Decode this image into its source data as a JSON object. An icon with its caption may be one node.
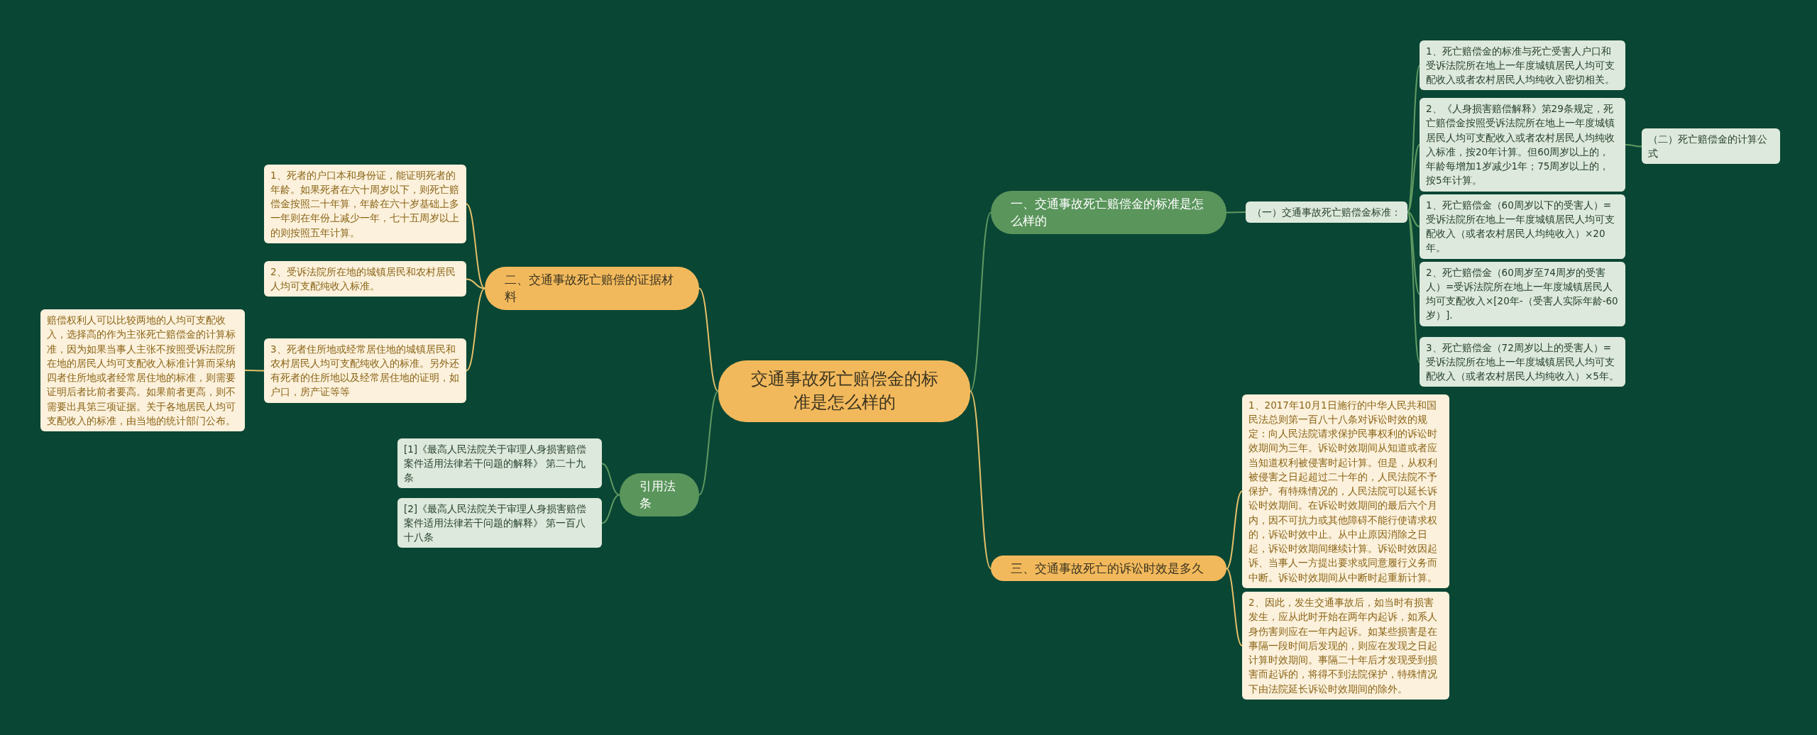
{
  "diagram": {
    "nodes": [
      {
        "text": [
          "交通事故死亡赔偿金的标准是怎么样的"
        ]
      },
      {
        "text": [
          "一、交通事故死亡赔偿金的标准是怎么样的"
        ]
      },
      {
        "text": [
          "（一）交通事故死亡赔偿金标准："
        ]
      },
      {
        "text": [
          "1、死亡赔偿金的标准与死亡受害人户口和受诉法院所在地上一年度城镇居民人均可支配收入或者农村居民人均纯收入密切相关。"
        ]
      },
      {
        "text": [
          "2、《人身损害赔偿解释》第29条规定，死亡赔偿金按照受诉法院所在地上一年度城镇居民人均可支配收入或者农村居民人均纯收入标准，按20年计算。但60周岁以上的，年龄每增加1岁减少1年；75周岁以上的，按5年计算。"
        ]
      },
      {
        "text": [
          "1、死亡赔偿金（60周岁以下的受害人）=受诉法院所在地上一年度城镇居民人均可支配收入（或者农村居民人均纯收入）×20年。"
        ]
      },
      {
        "text": [
          "2、死亡赔偿金（60周岁至74周岁的受害人）=受诉法院所在地上一年度城镇居民人均可支配收入×[20年-（受害人实际年龄-60岁）]."
        ]
      },
      {
        "text": [
          "3、死亡赔偿金（72周岁以上的受害人）=受诉法院所在地上一年度城镇居民人均可支配收入（或者农村居民人均纯收入）×5年。"
        ]
      },
      {
        "text": [
          "（二）死亡赔偿金的计算公式"
        ]
      },
      {
        "text": [
          "二、交通事故死亡赔偿的证据材料"
        ]
      },
      {
        "text": [
          "1、死者的户口本和身份证，能证明死者的年龄。如果死者在六十周岁以下，则死亡赔偿金按照二十年算，年龄在六十岁基础上多一年则在年份上减少一年，七十五周岁以上的则按照五年计算。"
        ]
      },
      {
        "text": [
          "2、受诉法院所在地的城镇居民和农村居民人均可支配纯收入标准。"
        ]
      },
      {
        "text": [
          "3、死者住所地或经常居住地的城镇居民和农村居民人均可支配纯收入的标准。另外还有死者的住所地以及经常居住地的证明，如户口，房产证等等"
        ]
      },
      {
        "text": [
          "赔偿权利人可以比较两地的人均可支配收入，选择高的作为主张死亡赔偿金的计算标准，因为如果当事人主张不按照受诉法院所在地的居民人均可支配收入标准计算而采纳四者住所地或者经常居住地的标准，则需要证明后者比前者要高。如果前者更高，则不需要出具第三项证据。关于各地居民人均可支配收入的标准，由当地的统计部门公布。"
        ]
      },
      {
        "text": [
          "引用法条"
        ]
      },
      {
        "text": [
          "[1]《最高人民法院关于审理人身损害赔偿案件适用法律若干问题的解释》 第二十九条"
        ]
      },
      {
        "text": [
          "[2]《最高人民法院关于审理人身损害赔偿案件适用法律若干问题的解释》 第一百八十八条"
        ]
      },
      {
        "text": [
          "三、交通事故死亡的诉讼时效是多久"
        ]
      },
      {
        "text": [
          "1、2017年10月1日施行的中华人民共和国民法总则第一百八十八条对诉讼时效的规定：向人民法院请求保护民事权利的诉讼时效期间为三年。诉讼时效期间从知道或者应当知道权利被侵害时起计算。但是，从权利被侵害之日起超过二十年的，人民法院不予保护。有特殊情况的，人民法院可以延长诉讼时效期间。在诉讼时效期间的最后六个月内，因不可抗力或其他障碍不能行使请求权的，诉讼时效中止。从中止原因消除之日起，诉讼时效期间继续计算。诉讼时效因起诉、当事人一方提出要求或同意履行义务而中断。诉讼时效期间从中断时起重新计算。"
        ]
      },
      {
        "text": [
          "2、因此，发生交通事故后，如当时有损害发生，应从此时开始在两年内起诉，如系人身伤害则应在一年内起诉。如某些损害是在事隔一段时间后发现的，则应在发现之日起计算时效期间。事隔二十年后才发现受到损害而起诉的，将得不到法院保护，特殊情况下由法院延长诉讼时效期间的除外。"
        ]
      }
    ],
    "edges": [
      {
        "from": 0,
        "to": 1,
        "arrow": "none"
      },
      {
        "from": 1,
        "to": 2,
        "arrow": "none"
      },
      {
        "from": 2,
        "to": 3,
        "arrow": "none"
      },
      {
        "from": 2,
        "to": 4,
        "arrow": "none"
      },
      {
        "from": 2,
        "to": 5,
        "arrow": "none"
      },
      {
        "from": 2,
        "to": 6,
        "arrow": "none"
      },
      {
        "from": 2,
        "to": 7,
        "arrow": "none"
      },
      {
        "from": 4,
        "to": 8,
        "arrow": "none"
      },
      {
        "from": 0,
        "to": 9,
        "arrow": "none",
        "color": "#e6c06a"
      },
      {
        "from": 9,
        "to": 10,
        "arrow": "none",
        "color": "#e6c06a"
      },
      {
        "from": 9,
        "to": 11,
        "arrow": "none",
        "color": "#e6c06a"
      },
      {
        "from": 9,
        "to": 12,
        "arrow": "none",
        "color": "#e6c06a"
      },
      {
        "from": 12,
        "to": 13,
        "arrow": "none",
        "color": "#e6c06a"
      },
      {
        "from": 0,
        "to": 14,
        "arrow": "none"
      },
      {
        "from": 14,
        "to": 15,
        "arrow": "none"
      },
      {
        "from": 14,
        "to": 16,
        "arrow": "none"
      },
      {
        "from": 0,
        "to": 17,
        "arrow": "none",
        "color": "#e6c06a"
      },
      {
        "from": 17,
        "to": 18,
        "arrow": "none",
        "color": "#e6c06a"
      },
      {
        "from": 17,
        "to": 19,
        "arrow": "none",
        "color": "#e6c06a"
      }
    ]
  }
}
